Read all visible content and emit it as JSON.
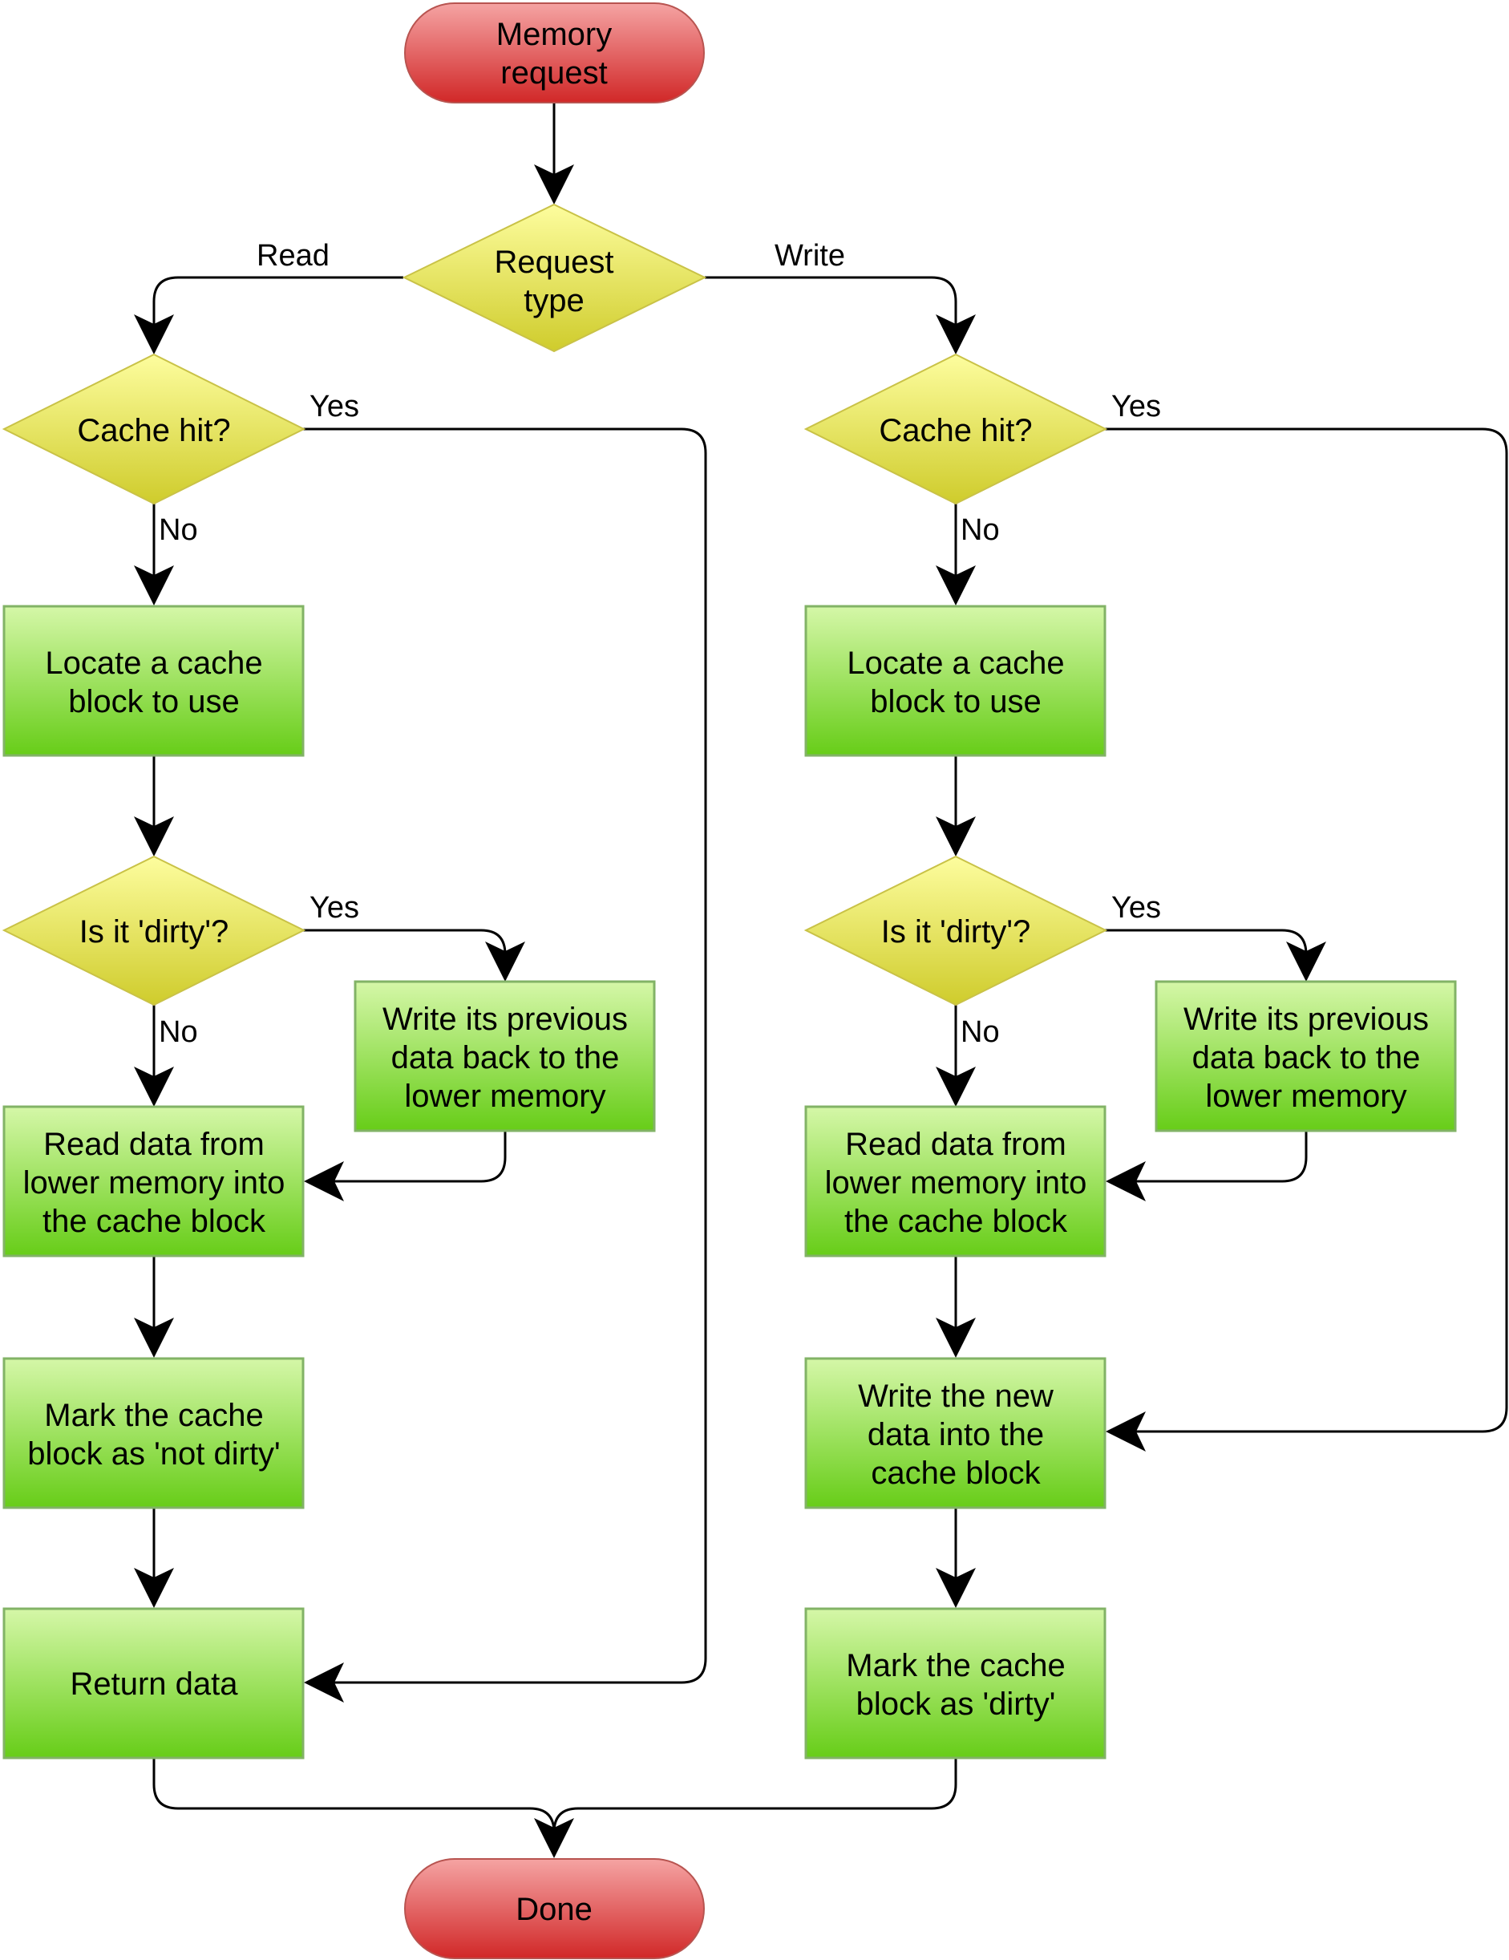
{
  "colors": {
    "process_top": "#d5f7a8",
    "process_bottom": "#67cd18",
    "process_border": "#82b366",
    "decision_top": "#fdfd9e",
    "decision_bottom": "#cfcc2c",
    "terminal_top": "#f5a4a3",
    "terminal_bottom": "#d12828"
  },
  "nodes": {
    "start": [
      "Memory",
      "request"
    ],
    "request_type": [
      "Request",
      "type"
    ],
    "read_cache_hit": [
      "Cache hit?"
    ],
    "read_locate": [
      "Locate a cache",
      "block to use"
    ],
    "read_dirty": [
      "Is it 'dirty'?"
    ],
    "read_writeback": [
      "Write its previous",
      "data back to the",
      "lower memory"
    ],
    "read_readdata": [
      "Read data from",
      "lower memory into",
      "the cache block"
    ],
    "read_mark": [
      "Mark the cache",
      "block as 'not dirty'"
    ],
    "read_return": [
      "Return data"
    ],
    "write_cache_hit": [
      "Cache hit?"
    ],
    "write_locate": [
      "Locate a cache",
      "block to use"
    ],
    "write_dirty": [
      "Is it 'dirty'?"
    ],
    "write_writeback": [
      "Write its previous",
      "data back to the",
      "lower memory"
    ],
    "write_readdata": [
      "Read data from",
      "lower memory into",
      "the cache block"
    ],
    "write_writenew": [
      "Write the new",
      "data into the",
      "cache block"
    ],
    "write_mark": [
      "Mark the cache",
      "block as 'dirty'"
    ],
    "done": [
      "Done"
    ]
  },
  "edge_labels": {
    "read": "Read",
    "write": "Write",
    "read_hit_yes": "Yes",
    "read_hit_no": "No",
    "read_dirty_yes": "Yes",
    "read_dirty_no": "No",
    "write_hit_yes": "Yes",
    "write_hit_no": "No",
    "write_dirty_yes": "Yes",
    "write_dirty_no": "No"
  }
}
